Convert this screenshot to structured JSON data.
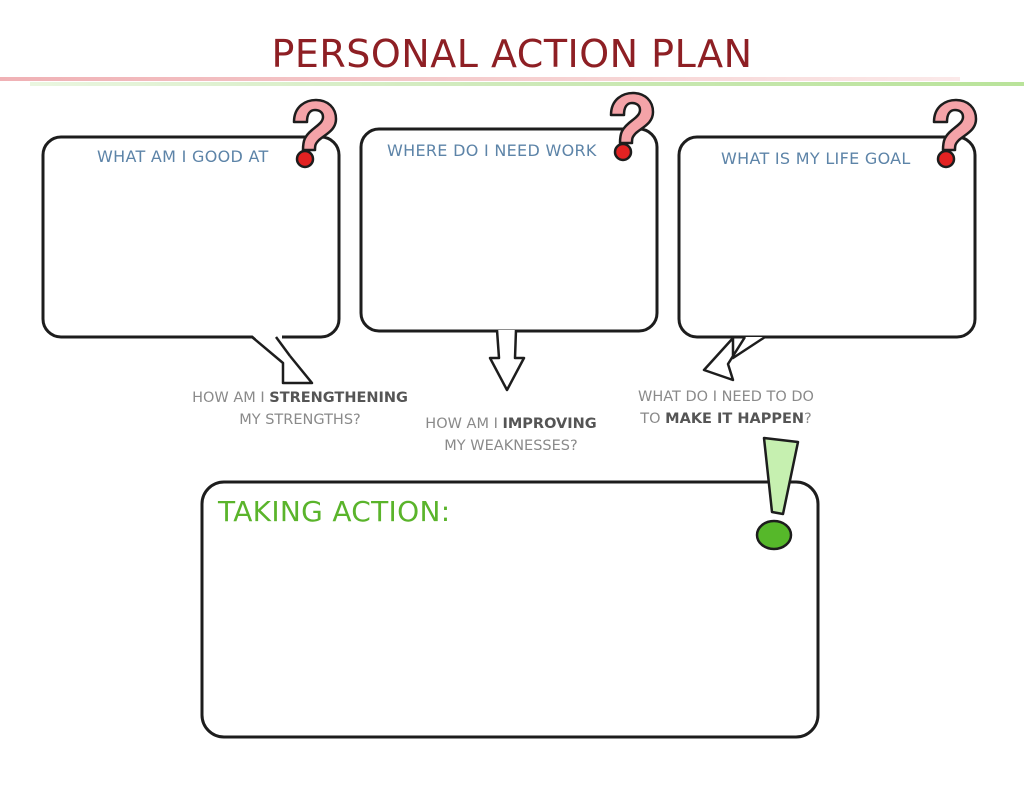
{
  "title": "PERSONAL ACTION PLAN",
  "boxes": [
    {
      "label": "WHAT AM I GOOD AT"
    },
    {
      "label": "WHERE DO I NEED WORK"
    },
    {
      "label": "WHAT IS MY LIFE GOAL"
    }
  ],
  "prompts": [
    {
      "pre": "HOW AM I ",
      "bold": "STRENGTHENING",
      "line2": "MY STRENGTHS?"
    },
    {
      "pre": "HOW AM I ",
      "bold": "IMPROVING",
      "line2": "MY WEAKNESSES?"
    },
    {
      "line1": "WHAT DO I NEED TO DO",
      "pre2": "TO ",
      "bold2": "MAKE IT HAPPEN",
      "post2": "?"
    }
  ],
  "action": {
    "label": "TAKING ACTION:"
  },
  "icons": [
    "question-mark-icon",
    "exclamation-mark-icon"
  ],
  "colors": {
    "title": "#8e1f24",
    "label": "#5d84a8",
    "action": "#5ab42b",
    "question": "#f4a3a8",
    "dot": "#e32222",
    "exclaim": "#c6f0b0"
  }
}
